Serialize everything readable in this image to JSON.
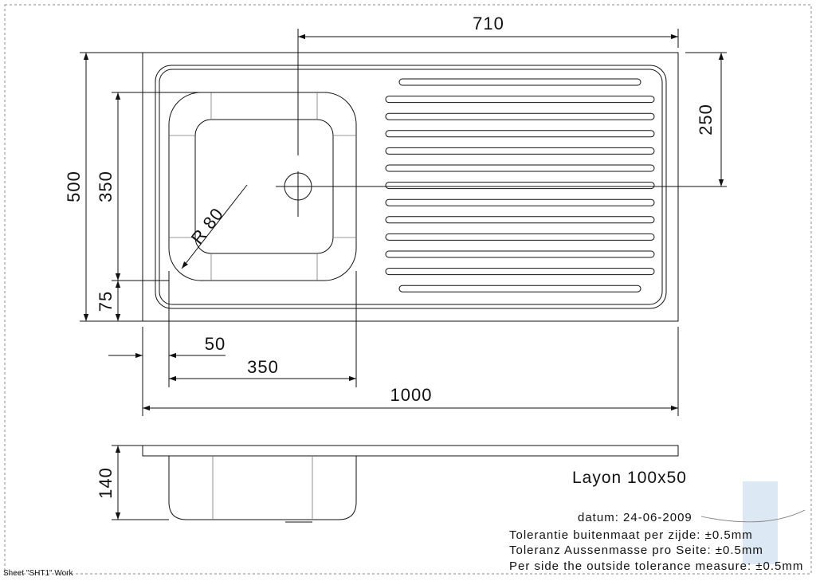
{
  "dimensions": {
    "drainer_offset": "710",
    "drain_offset": "250",
    "total_depth": "500",
    "bowl_depth": "350",
    "radius": "R 80",
    "front_margin": "75",
    "left_margin": "50",
    "bowl_width": "350",
    "total_width": "1000",
    "bowl_height": "140"
  },
  "product": {
    "name": "Layon 100x50"
  },
  "info": {
    "date": "datum: 24-06-2009",
    "tolerance_nl": "Tolerantie buitenmaat per zijde: ±0.5mm",
    "tolerance_de": "Toleranz Aussenmasse pro Seite: ±0.5mm",
    "tolerance_en": "Per side the outside tolerance measure: ±0.5mm"
  },
  "sheet_label": "Sheet \"SHT1\" Work"
}
